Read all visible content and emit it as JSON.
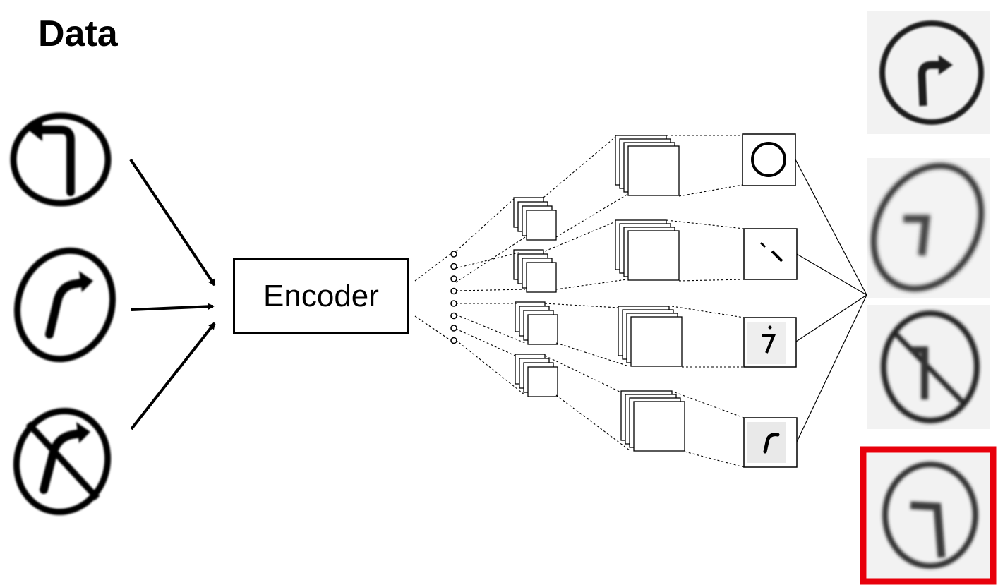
{
  "title": "Data",
  "encoder": {
    "label": "Encoder"
  },
  "inputs": [
    {
      "name": "turn-left-sign"
    },
    {
      "name": "turn-right-sign"
    },
    {
      "name": "no-right-turn-sign"
    }
  ],
  "latent_units": 8,
  "decoder_branches": 4,
  "branch_outputs": [
    {
      "name": "circle-component"
    },
    {
      "name": "stroke-fragment-component"
    },
    {
      "name": "arrow-head-component"
    },
    {
      "name": "arrow-shaft-component"
    }
  ],
  "reconstructions": [
    {
      "name": "right-turn-reconstruction",
      "highlighted": false
    },
    {
      "name": "turn-left-reconstruction",
      "highlighted": false
    },
    {
      "name": "no-turn-reconstruction",
      "highlighted": false
    },
    {
      "name": "left-turn-reconstruction",
      "highlighted": true
    }
  ],
  "colors": {
    "highlight": "#e8000b",
    "line": "#000000"
  }
}
